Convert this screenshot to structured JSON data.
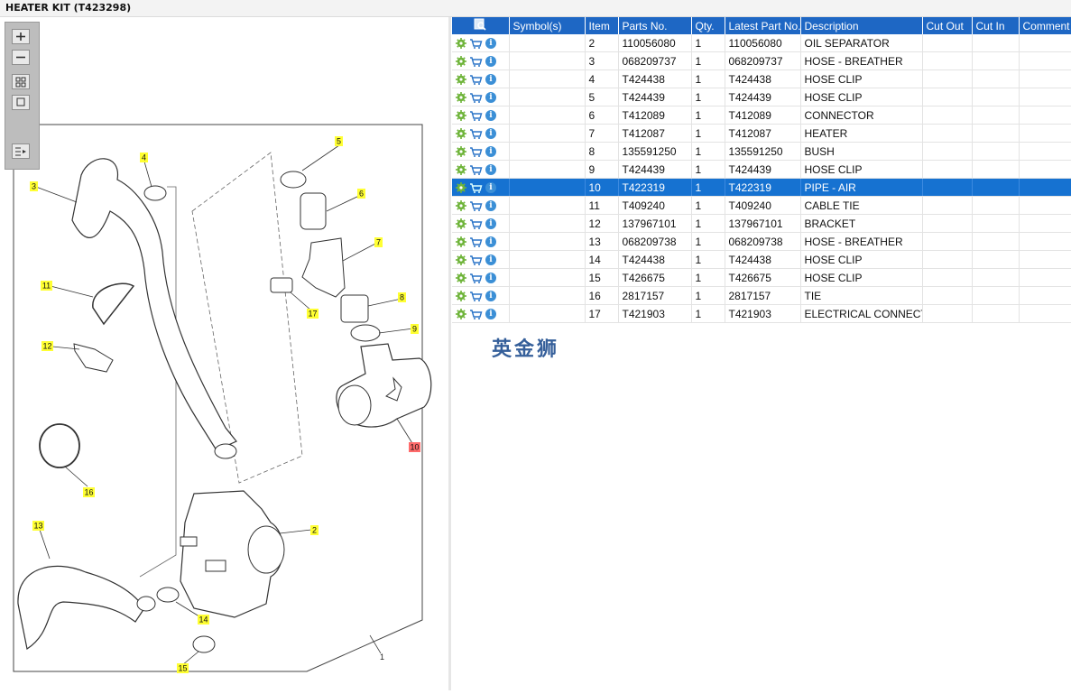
{
  "title": "HEATER KIT (T423298)",
  "colors": {
    "header_bg": "#1e67c4",
    "selected_row": "#1672d1",
    "callout_yellow": "#ffff33",
    "callout_selected": "#ff6b6b"
  },
  "zoom_tools": {
    "zoom_in": "zoom-in-icon",
    "zoom_out": "zoom-out-icon",
    "fit": "fit-all-icon",
    "actual": "actual-size-icon",
    "list": "list-toggle-icon"
  },
  "table": {
    "headers": {
      "icons": "find-icon",
      "symbols": "Symbol(s)",
      "item": "Item",
      "part_no": "Parts No.",
      "qty": "Qty.",
      "latest": "Latest Part No.",
      "description": "Description",
      "cut_out": "Cut Out",
      "cut_in": "Cut In",
      "comment": "Comment"
    },
    "rows": [
      {
        "item": "2",
        "part": "110056080",
        "qty": "1",
        "latest": "110056080",
        "desc": "OIL SEPARATOR"
      },
      {
        "item": "3",
        "part": "068209737",
        "qty": "1",
        "latest": "068209737",
        "desc": "HOSE - BREATHER"
      },
      {
        "item": "4",
        "part": "T424438",
        "qty": "1",
        "latest": "T424438",
        "desc": "HOSE CLIP"
      },
      {
        "item": "5",
        "part": "T424439",
        "qty": "1",
        "latest": "T424439",
        "desc": "HOSE CLIP"
      },
      {
        "item": "6",
        "part": "T412089",
        "qty": "1",
        "latest": "T412089",
        "desc": "CONNECTOR"
      },
      {
        "item": "7",
        "part": "T412087",
        "qty": "1",
        "latest": "T412087",
        "desc": "HEATER"
      },
      {
        "item": "8",
        "part": "135591250",
        "qty": "1",
        "latest": "135591250",
        "desc": "BUSH"
      },
      {
        "item": "9",
        "part": "T424439",
        "qty": "1",
        "latest": "T424439",
        "desc": "HOSE CLIP"
      },
      {
        "item": "10",
        "part": "T422319",
        "qty": "1",
        "latest": "T422319",
        "desc": "PIPE - AIR",
        "selected": true
      },
      {
        "item": "11",
        "part": "T409240",
        "qty": "1",
        "latest": "T409240",
        "desc": "CABLE TIE"
      },
      {
        "item": "12",
        "part": "137967101",
        "qty": "1",
        "latest": "137967101",
        "desc": "BRACKET"
      },
      {
        "item": "13",
        "part": "068209738",
        "qty": "1",
        "latest": "068209738",
        "desc": "HOSE - BREATHER"
      },
      {
        "item": "14",
        "part": "T424438",
        "qty": "1",
        "latest": "T424438",
        "desc": "HOSE CLIP"
      },
      {
        "item": "15",
        "part": "T426675",
        "qty": "1",
        "latest": "T426675",
        "desc": "HOSE CLIP"
      },
      {
        "item": "16",
        "part": "2817157",
        "qty": "1",
        "latest": "2817157",
        "desc": "TIE"
      },
      {
        "item": "17",
        "part": "T421903",
        "qty": "1",
        "latest": "T421903",
        "desc": "ELECTRICAL CONNECTOR"
      }
    ]
  },
  "row_icons": [
    "settings-gear-icon",
    "cart-icon",
    "info-icon"
  ],
  "info_glyph": "i",
  "diagram": {
    "callouts": [
      "2",
      "3",
      "4",
      "5",
      "6",
      "7",
      "8",
      "9",
      "10",
      "11",
      "12",
      "13",
      "14",
      "15",
      "16",
      "17"
    ],
    "selected_callout": "10",
    "assembly_label": "1"
  },
  "watermark": "英金狮"
}
